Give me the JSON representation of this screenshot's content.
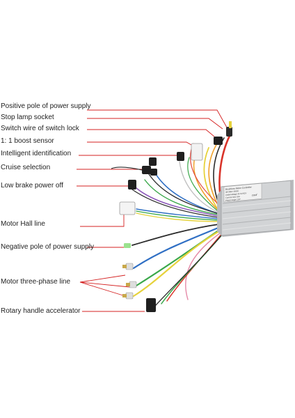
{
  "labels": [
    "Positive pole of power supply",
    "Stop lamp socket",
    "Switch wire of switch lock",
    "1: 1 boost sensor",
    "Intelligent identification",
    "Cruise selection",
    "Low brake power off",
    "Motor Hall line",
    "Negative pole of power supply",
    "Motor three-phase line",
    "Rotary handle accelerator"
  ],
  "controller_label": {
    "line1": "Brushless Motor Controller",
    "line2": "36V/48V  350W",
    "line3": "Undervoltage  31.5V/42V",
    "line4": "Current limit  16A",
    "line5": "Phase angle  120°",
    "brand": "cool"
  },
  "colors": {
    "pointer": "#d42020",
    "controller_body": "#c9cbcd",
    "red_wire": "#d9342a",
    "orange_wire": "#f0a12a",
    "yellow_wire": "#e6d23c",
    "green_wire": "#3aa84a",
    "blue_wire": "#2f6fc4",
    "purple_wire": "#8a55b8",
    "pink_wire": "#e58aa8",
    "black_wire": "#2a2a2a",
    "white_wire": "#eeeeee",
    "brown_wire": "#8b5a2b"
  }
}
